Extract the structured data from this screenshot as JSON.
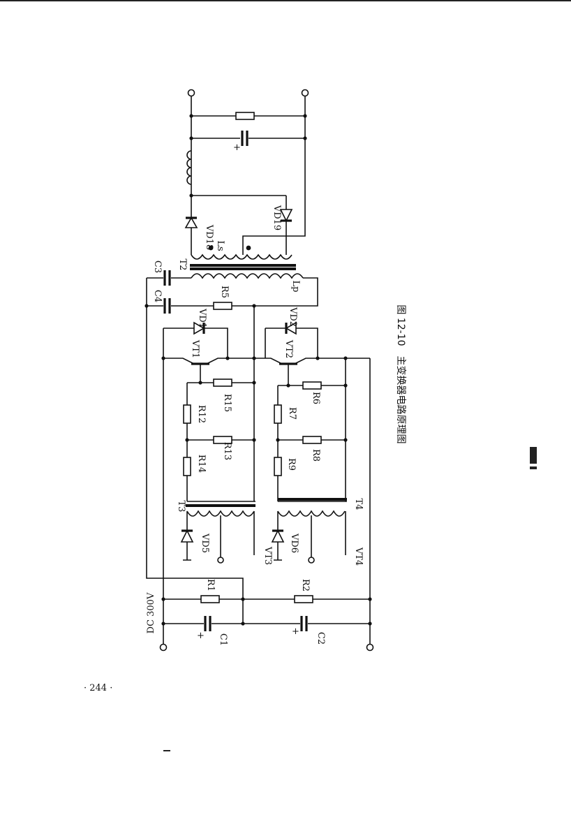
{
  "figure": {
    "caption": "图 12-10　主变换器电路原理图"
  },
  "labels": {
    "dc_input": "DC 300V",
    "C1": "C1",
    "C2": "C2",
    "C3": "C3",
    "C4": "C4",
    "R1": "R1",
    "R2": "R2",
    "R5": "R5",
    "R6": "R6",
    "R7": "R7",
    "R8": "R8",
    "R9": "R9",
    "R12": "R12",
    "R13": "R13",
    "R14": "R14",
    "R15": "R15",
    "T2": "T2",
    "T3": "T3",
    "T4": "T4",
    "VT1": "VT1",
    "VT2": "VT2",
    "VT3": "VT3",
    "VT4": "VT4",
    "VD1": "VD1",
    "VD2": "VD2",
    "VD5": "VD5",
    "VD6": "VD6",
    "VD18": "VD18",
    "VD19": "VD19",
    "Ls": "Ls",
    "Lp": "Lp",
    "plus": "+"
  },
  "page": {
    "number": "· 244 ·"
  }
}
